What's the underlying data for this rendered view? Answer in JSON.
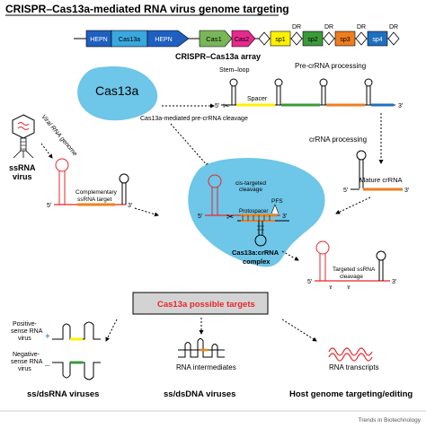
{
  "title": "CRISPR–Cas13a-mediated RNA virus genome targeting",
  "array": {
    "caption": "CRISPR–Cas13a array",
    "hepn1": "HEPN",
    "cas13a": "Cas13a",
    "hepn2": "HEPN",
    "cas1": "Cas1",
    "cas2": "Cas2",
    "dr": "DR",
    "sp1": "sp1",
    "sp2": "sp2",
    "sp3": "sp3",
    "sp4": "sp4"
  },
  "protein": {
    "label": "Cas13a"
  },
  "precrna": {
    "title": "Pre-crRNA processing",
    "stem_loop": "Stem–loop",
    "spacer": "Spacer",
    "five": "5′",
    "three": "3′",
    "cleavage_caption": "Cas13a-mediated pre-crRNA cleavage"
  },
  "crrna": {
    "processing": "crRNA processing",
    "mature": "Mature crRNA",
    "five": "5′",
    "three": "3′"
  },
  "virus": {
    "genome": "Viral RNA genome",
    "label_line1": "ssRNA",
    "label_line2": "virus"
  },
  "target": {
    "label_line1": "Complementary",
    "label_line2": "ssRNA target",
    "five": "5′",
    "three": "3′"
  },
  "complex": {
    "cis_line1": "cis-targeted",
    "cis_line2": "cleavage",
    "pfs": "PFS",
    "protospacer": "Protospacer",
    "name_line1": "Cas13a:crRNA",
    "name_line2": "complex",
    "five": "5′",
    "three": "3′"
  },
  "cleaved": {
    "label_line1": "Targeted ssRNA",
    "label_line2": "cleavage",
    "five": "5′",
    "three": "3′"
  },
  "targets_box": {
    "label": "Cas13a possible targets"
  },
  "positive": {
    "line1": "Positive-",
    "line2": "sense RNA",
    "line3": "virus"
  },
  "negative": {
    "line1": "Negative-",
    "line2": "sense RNA",
    "line3": "virus"
  },
  "rna_intermediates": "RNA intermediates",
  "rna_transcripts": "RNA transcripts",
  "bottom": {
    "ss_ds_rna": "ss/dsRNA viruses",
    "ss_ds_dna": "ss/dsDNA viruses",
    "host": "Host genome targeting/editing"
  },
  "footer": "Trends in Biotechnology",
  "colors": {
    "blue": "#6ec6e8",
    "gene_blue": "#3aa7de",
    "cas1": "#79b657",
    "cas2": "#e6298d",
    "sp1": "#fff100",
    "sp2": "#3b9a3a",
    "sp3": "#ee7d1f",
    "sp4": "#1f6fbf",
    "red": "#e8262c",
    "orange": "#f0821e"
  }
}
